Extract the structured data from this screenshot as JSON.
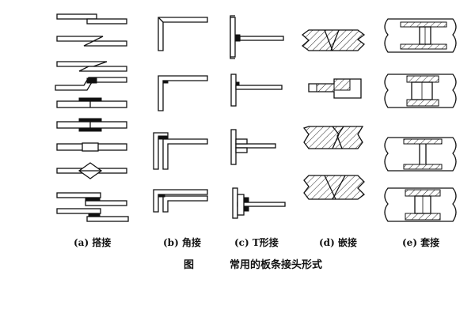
{
  "figure": {
    "captions": {
      "a": "(a) 搭接",
      "b": "(b) 角接",
      "c": "(c) T形接",
      "d": "(d) 嵌接",
      "e": "(e) 套接"
    },
    "title_prefix": "图",
    "title": "常用的板条接头形式"
  }
}
